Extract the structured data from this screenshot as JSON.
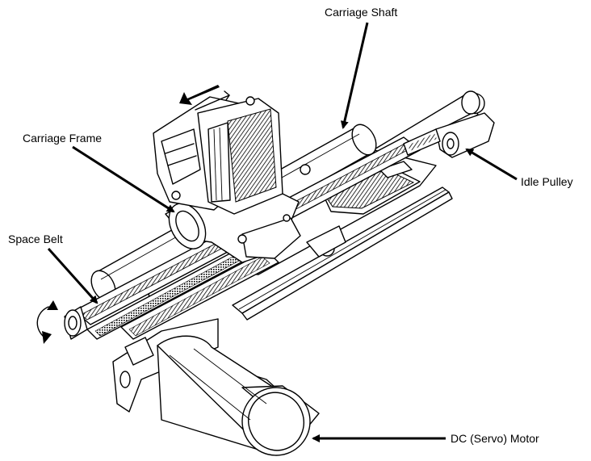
{
  "labels": {
    "carriage_shaft": "Carriage Shaft",
    "carriage_frame": "Carriage Frame",
    "idle_pulley": "Idle Pulley",
    "space_belt": "Space Belt",
    "dc_servo_motor": "DC (Servo) Motor"
  },
  "colors": {
    "ink": "#000000",
    "paper": "#ffffff"
  }
}
